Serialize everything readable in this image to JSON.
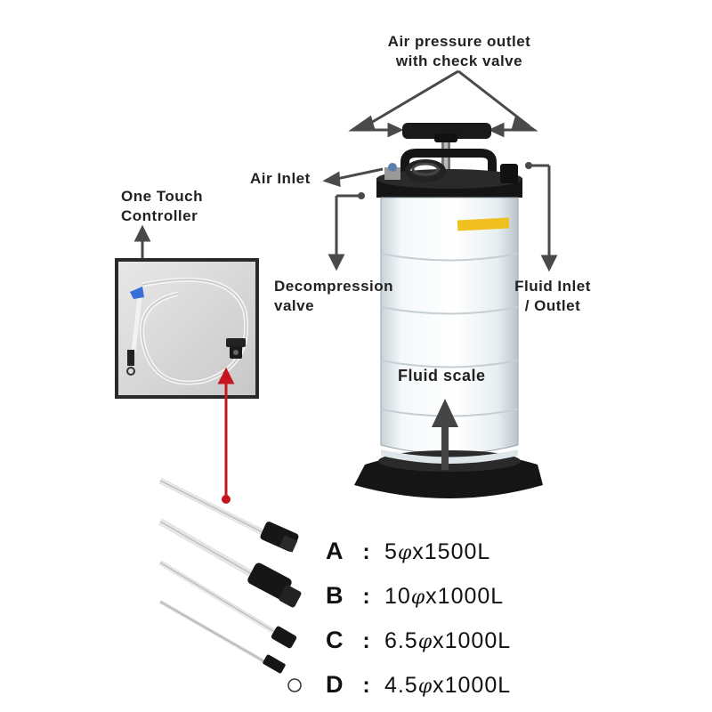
{
  "labels": {
    "air_pressure_outlet_line1": "Air pressure outlet",
    "air_pressure_outlet_line2": "with check valve",
    "air_inlet": "Air Inlet",
    "one_touch_line1": "One Touch",
    "one_touch_line2": "Controller",
    "decompression_line1": "Decompression",
    "decompression_line2": "valve",
    "fluid_inlet_line1": "Fluid Inlet",
    "fluid_inlet_line2": "/ Outlet",
    "fluid_scale": "Fluid scale"
  },
  "specs": [
    {
      "letter": "A",
      "colon": ":",
      "dia": "5",
      "phi": "φ",
      "rest": "x1500L"
    },
    {
      "letter": "B",
      "colon": ":",
      "dia": "10",
      "phi": "φ",
      "rest": "x1000L"
    },
    {
      "letter": "C",
      "colon": ":",
      "dia": "6.5",
      "phi": "φ",
      "rest": "x1000L"
    },
    {
      "letter": "D",
      "colon": ":",
      "dia": "4.5",
      "phi": "φ",
      "rest": "x1000L"
    }
  ],
  "colors": {
    "arrow": "#4a4a4a",
    "red_pointer": "#c8141e",
    "tank_body": "#eef3f5",
    "tank_black": "#151515",
    "inset_bg": "#dcdcdc"
  }
}
